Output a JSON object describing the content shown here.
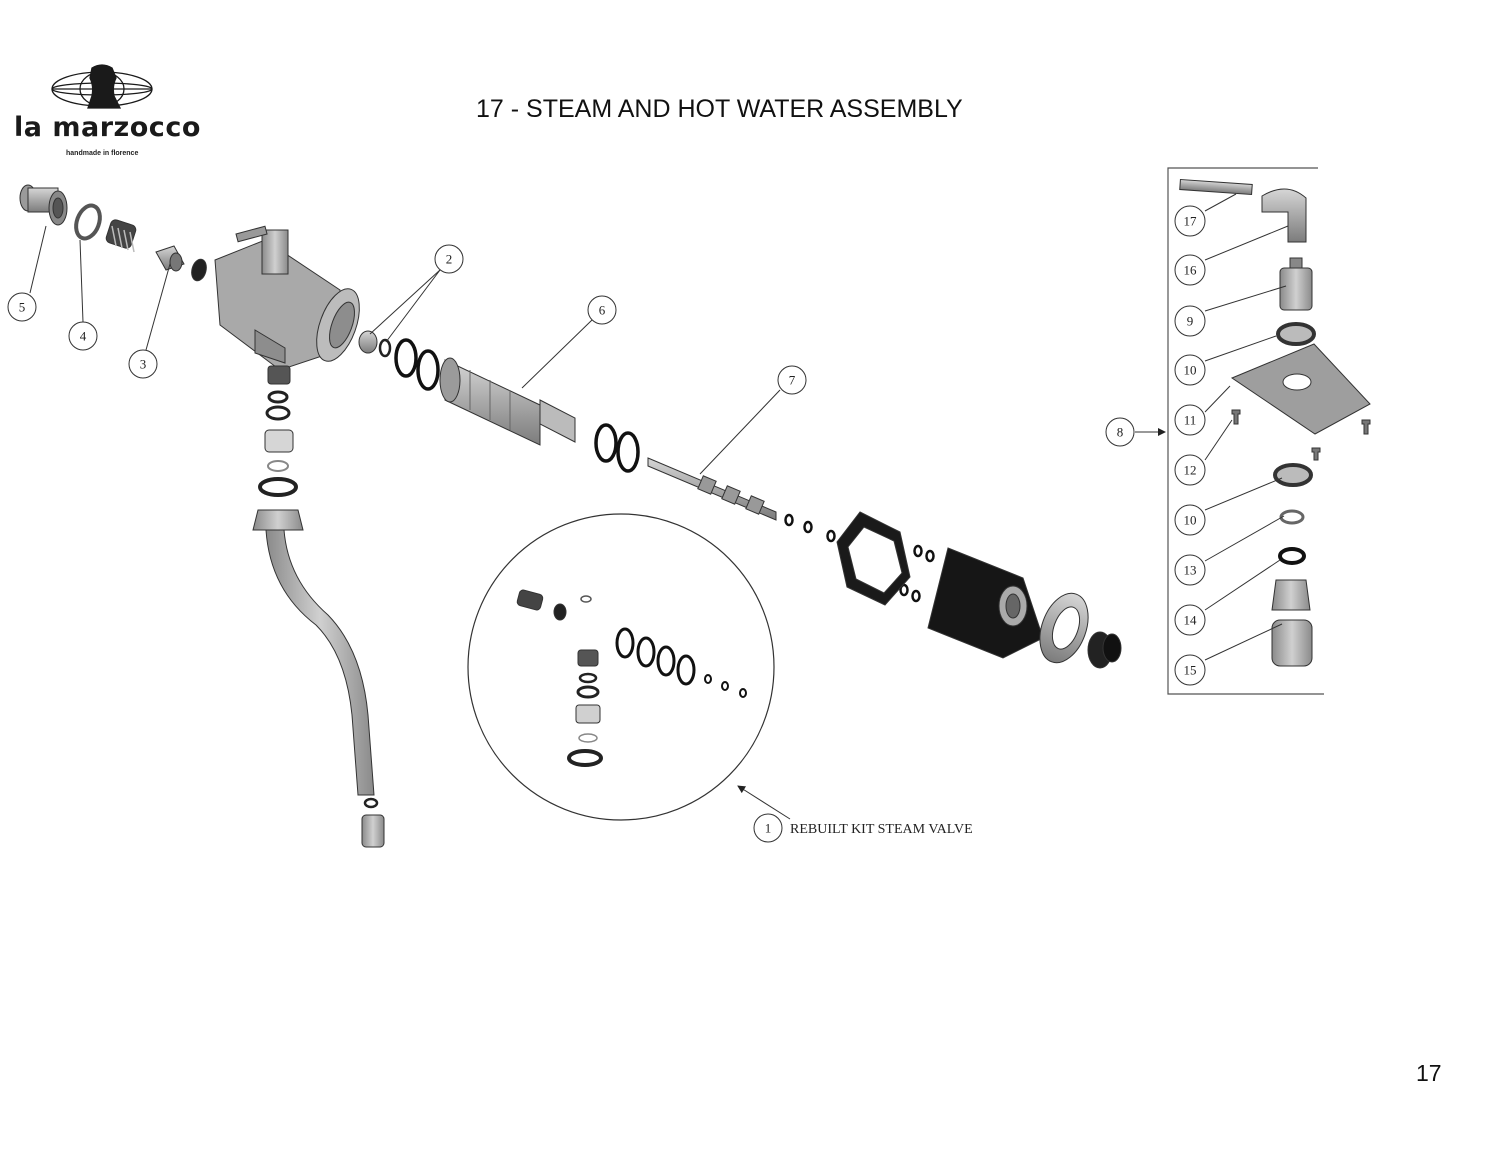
{
  "header": {
    "title": "17 - STEAM AND HOT WATER ASSEMBLY",
    "logo": {
      "brand": "la marzocco",
      "tagline": "handmade in florence",
      "icon": "marzocco-lion-globe-icon"
    }
  },
  "page_number": "17",
  "callouts": [
    {
      "id": "5",
      "label": "5"
    },
    {
      "id": "4",
      "label": "4"
    },
    {
      "id": "3",
      "label": "3"
    },
    {
      "id": "2",
      "label": "2"
    },
    {
      "id": "6",
      "label": "6"
    },
    {
      "id": "7",
      "label": "7"
    },
    {
      "id": "1",
      "label": "1"
    },
    {
      "id": "8",
      "label": "8"
    },
    {
      "id": "17",
      "label": "17"
    },
    {
      "id": "16",
      "label": "16"
    },
    {
      "id": "9",
      "label": "9"
    },
    {
      "id": "10a",
      "label": "10"
    },
    {
      "id": "11",
      "label": "11"
    },
    {
      "id": "12",
      "label": "12"
    },
    {
      "id": "10b",
      "label": "10"
    },
    {
      "id": "13",
      "label": "13"
    },
    {
      "id": "14",
      "label": "14"
    },
    {
      "id": "15",
      "label": "15"
    }
  ],
  "kit": {
    "number": "1",
    "label": "REBUILT KIT STEAM VALVE"
  },
  "colors": {
    "part_fill": "#b5b5b5",
    "part_dark": "#1a1a1a",
    "line": "#333333"
  }
}
